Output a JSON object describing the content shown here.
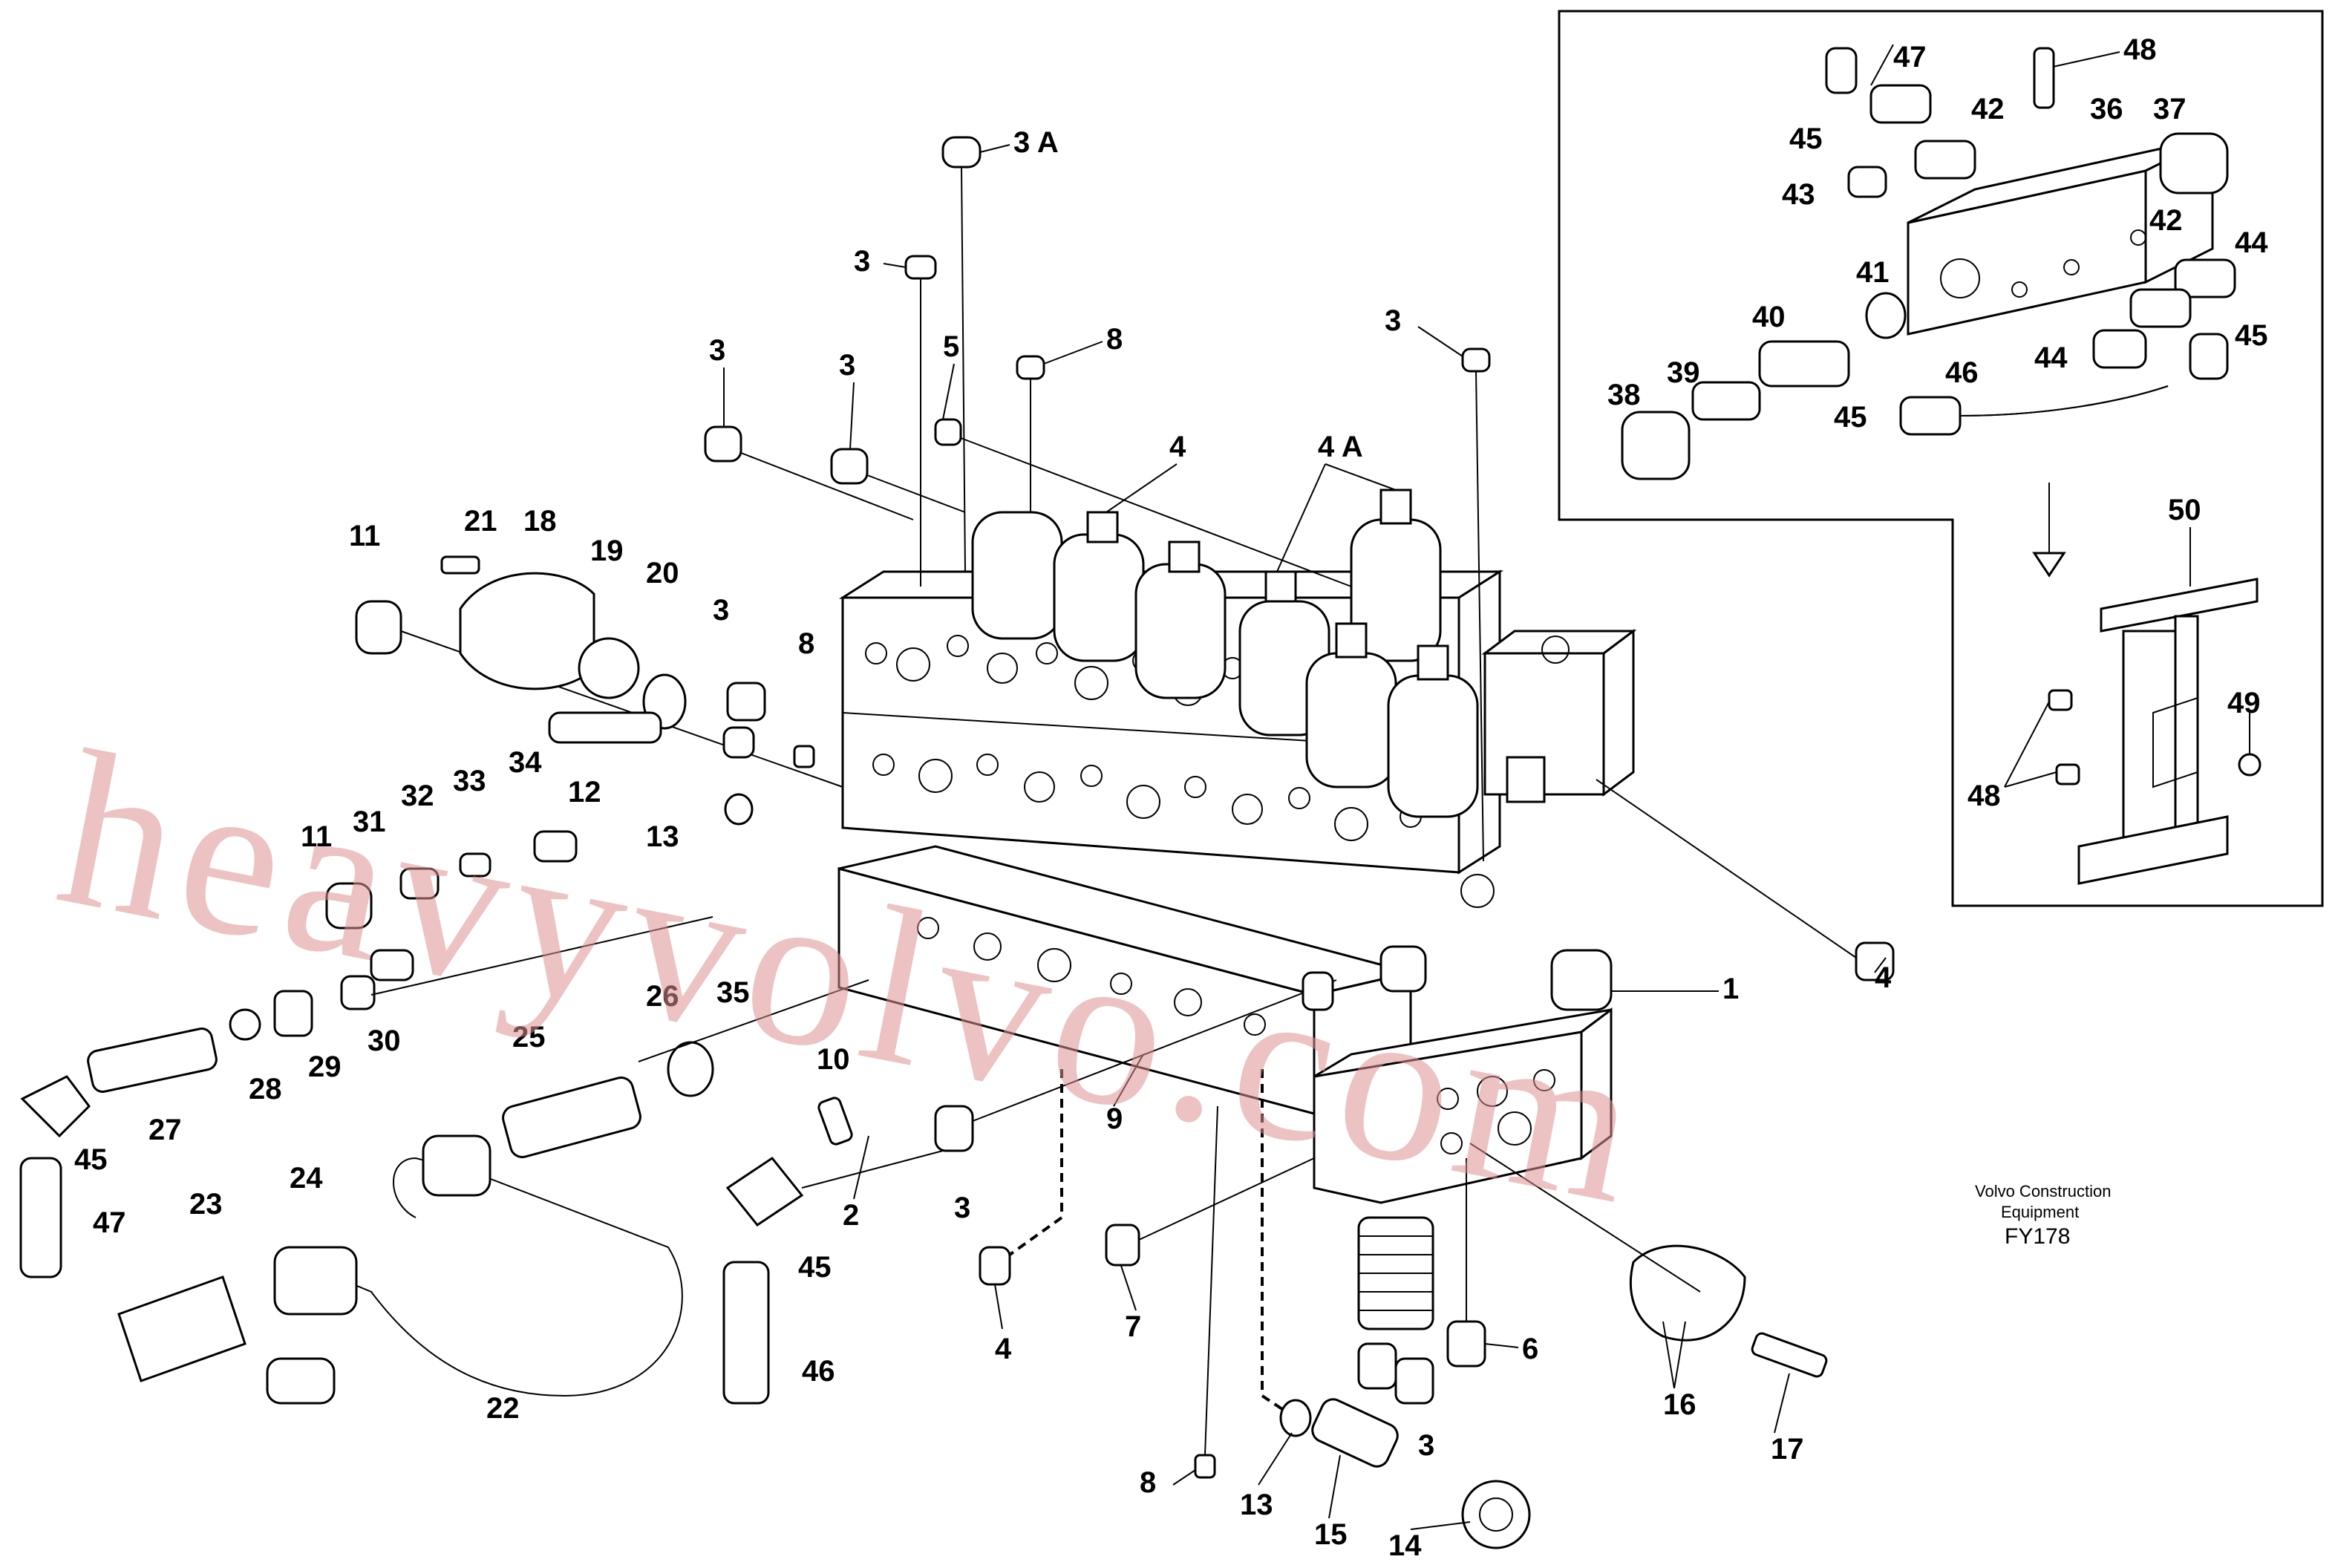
{
  "diagram": {
    "figure_code": "FY178",
    "caption_line1": "Volvo Construction",
    "caption_line2": "Equipment",
    "watermark": "heavyvolvo.com",
    "part_labels": {
      "p1": "1",
      "p2": "2",
      "p3a": "3",
      "p3b": "3",
      "p3c": "3",
      "p3d": "3",
      "p3e": "3",
      "p3f": "3",
      "p3g": "3",
      "p3A": "3 A",
      "p4a": "4",
      "p4b": "4",
      "p4c": "4",
      "p4A": "4 A",
      "p5": "5",
      "p6": "6",
      "p7": "7",
      "p8a": "8",
      "p8b": "8",
      "p8c": "8",
      "p9": "9",
      "p10": "10",
      "p11a": "11",
      "p11b": "11",
      "p12": "12",
      "p13a": "13",
      "p13b": "13",
      "p14": "14",
      "p15": "15",
      "p16": "16",
      "p17": "17",
      "p18": "18",
      "p19": "19",
      "p20": "20",
      "p21": "21",
      "p22": "22",
      "p23": "23",
      "p24": "24",
      "p25": "25",
      "p26": "26",
      "p27": "27",
      "p28": "28",
      "p29": "29",
      "p30": "30",
      "p31": "31",
      "p32": "32",
      "p33": "33",
      "p34": "34",
      "p35": "35",
      "p36": "36",
      "p37": "37",
      "p38": "38",
      "p39": "39",
      "p40": "40",
      "p41": "41",
      "p42a": "42",
      "p42b": "42",
      "p43": "43",
      "p44a": "44",
      "p44b": "44",
      "p45a": "45",
      "p45b": "45",
      "p45c": "45",
      "p45d": "45",
      "p45e": "45",
      "p46a": "46",
      "p46b": "46",
      "p47a": "47",
      "p47b": "47",
      "p48a": "48",
      "p48b": "48",
      "p49": "49",
      "p50": "50"
    }
  }
}
